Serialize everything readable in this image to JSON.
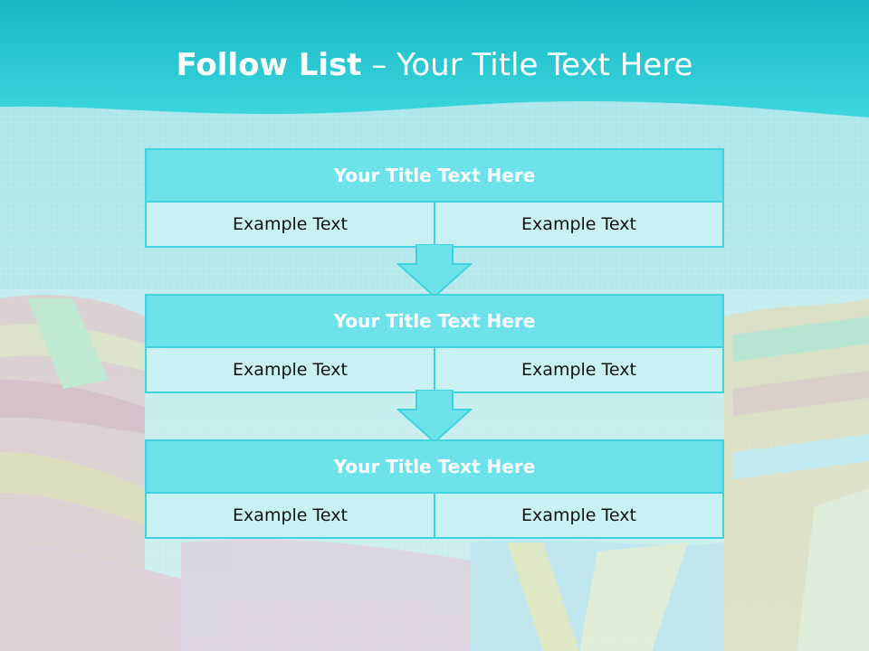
{
  "slide": {
    "title_bold": "Follow List",
    "title_rest": " – Your Title Text Here"
  },
  "blocks": [
    {
      "title": "Your Title Text Here",
      "left": "Example Text",
      "right": "Example Text"
    },
    {
      "title": "Your Title Text Here",
      "left": "Example Text",
      "right": "Example Text"
    },
    {
      "title": "Your Title Text Here",
      "left": "Example Text",
      "right": "Example Text"
    }
  ],
  "colors": {
    "header_teal": "#29cfd9",
    "block_title_fill": "#6ee2ea",
    "block_cell_fill": "#c9f1f4",
    "block_border": "#3fd3df"
  }
}
